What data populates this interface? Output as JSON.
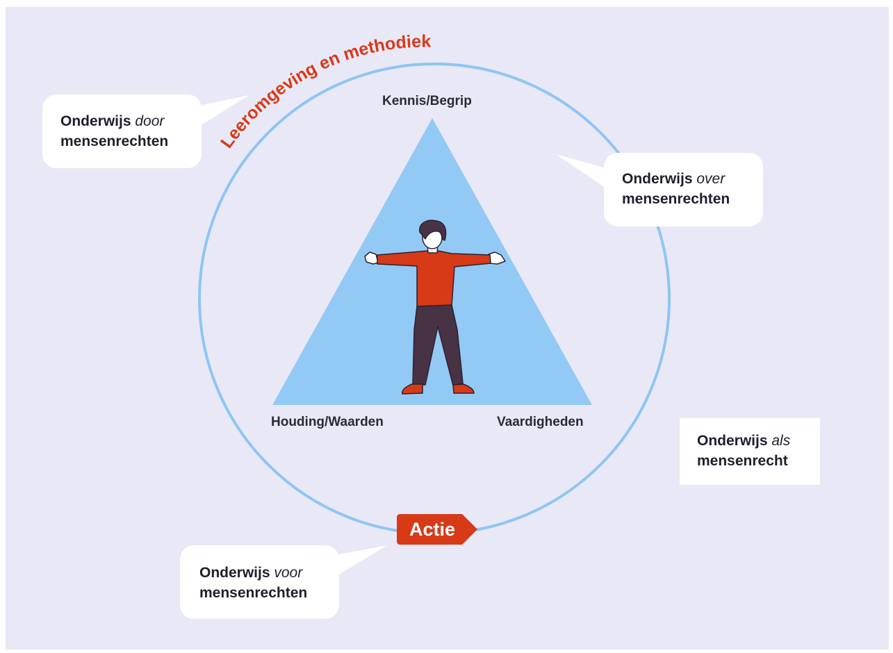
{
  "ring_title": "Leeromgeving en methodiek",
  "triangle": {
    "top": "Kennis/Begrip",
    "bottom_left": "Houding/Waarden",
    "bottom_right": "Vaardigheden"
  },
  "action": "Actie",
  "bubbles": {
    "door": {
      "prefix": "Onderwijs ",
      "emphasis": "door",
      "line2": "mensenrechten"
    },
    "over": {
      "prefix": "Onderwijs ",
      "emphasis": "over",
      "line2": "mensenrechten"
    },
    "voor": {
      "prefix": "Onderwijs ",
      "emphasis": "voor",
      "line2": "mensenrechten"
    },
    "als": {
      "prefix": "Onderwijs ",
      "emphasis": "als",
      "line2": "mensenrecht"
    }
  },
  "colors": {
    "background": "#e9e8f6",
    "ring": "#8ec5f3",
    "triangle": "#93c9f5",
    "accent_red": "#d73a17",
    "figure_pants": "#473344"
  }
}
